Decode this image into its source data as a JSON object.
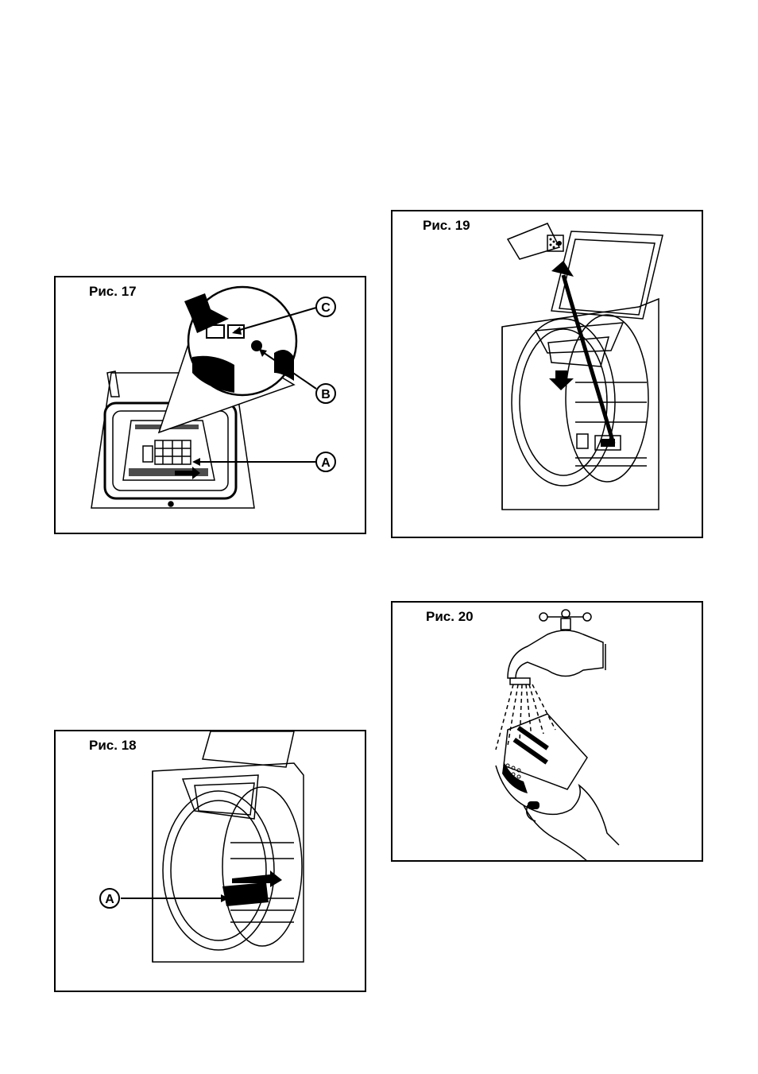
{
  "figures": {
    "fig17": {
      "caption": "Рис. 17",
      "labels": {
        "a": "A",
        "b": "B",
        "c": "C"
      }
    },
    "fig18": {
      "caption": "Рис. 18",
      "labels": {
        "a": "A"
      }
    },
    "fig19": {
      "caption": "Рис. 19"
    },
    "fig20": {
      "caption": "Рис. 20"
    }
  },
  "colors": {
    "ink": "#000000",
    "paper": "#ffffff"
  },
  "icons": [
    "washing-machine-illustration",
    "filter-illustration",
    "detergent-drawer-illustration",
    "water-tap-illustration"
  ]
}
